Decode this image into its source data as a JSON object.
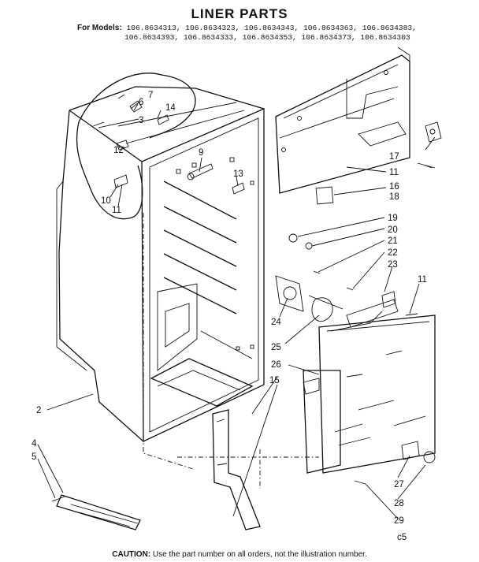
{
  "title": "LINER PARTS",
  "models": {
    "label": "For Models:",
    "line1": "106.8634313, 106.8634323, 106.8634343, 106.8634363, 106.8634383,",
    "line2": "106.8634393, 106.8634333, 106.8634353, 106.8634373, 106.8634303"
  },
  "callouts": {
    "c2": "2",
    "c3": "3",
    "c4": "4",
    "c5": "5",
    "c6": "6",
    "c7": "7",
    "c9": "9",
    "c10": "10",
    "c11a": "11",
    "c11b": "11",
    "c11c": "11",
    "c12": "12",
    "c13": "13",
    "c14": "14",
    "c15": "15",
    "c16": "16",
    "c17": "17",
    "c18": "18",
    "c19": "19",
    "c20": "20",
    "c21": "21",
    "c22": "22",
    "c23": "23",
    "c24": "24",
    "c25": "25",
    "c26": "26",
    "c27": "27",
    "c28": "28",
    "c29": "29"
  },
  "footer_code": "c5",
  "caution": {
    "label": "CAUTION:",
    "text": "Use the part number on all orders, not the illustration number."
  }
}
